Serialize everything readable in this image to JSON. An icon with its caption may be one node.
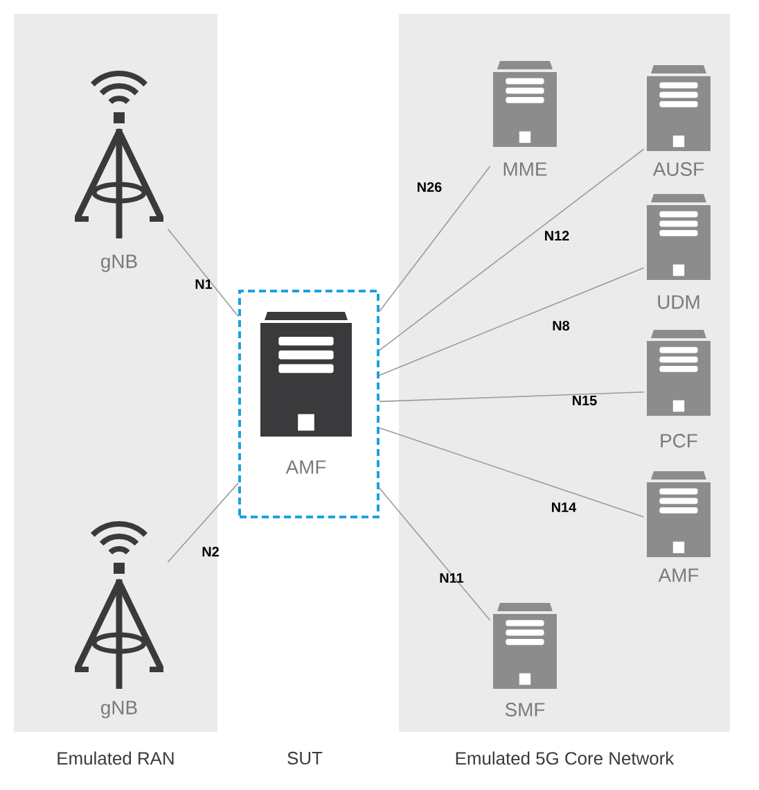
{
  "diagram": {
    "nodes": [
      {
        "text": [
          "Emulated RAN"
        ]
      },
      {
        "text": [
          "gNB"
        ],
        "in": 0
      },
      {
        "text": [
          "gNB"
        ],
        "in": 0
      },
      {
        "text": [],
        "shape": "box"
      },
      {
        "text": [
          "AMF"
        ],
        "in": 3
      },
      {
        "text": [
          "Emulated 5G Core Network"
        ]
      },
      {
        "text": [
          "MME"
        ],
        "in": 5
      },
      {
        "text": [
          "AUSF"
        ],
        "in": 5
      },
      {
        "text": [
          "UDM"
        ],
        "in": 5
      },
      {
        "text": [
          "PCF"
        ],
        "in": 5
      },
      {
        "text": [
          "AMF"
        ],
        "in": 5
      },
      {
        "text": [
          "SMF"
        ],
        "in": 5
      }
    ],
    "edges": [
      {
        "from": 1,
        "to": 3,
        "arrow": "none",
        "label": "N1"
      },
      {
        "from": 2,
        "to": 3,
        "arrow": "none",
        "label": "N2"
      },
      {
        "from": 3,
        "to": 6,
        "arrow": "none",
        "label": "N26"
      },
      {
        "from": 3,
        "to": 7,
        "arrow": "none",
        "label": "N12"
      },
      {
        "from": 3,
        "to": 8,
        "arrow": "none",
        "label": "N8"
      },
      {
        "from": 3,
        "to": 9,
        "arrow": "none",
        "label": "N15"
      },
      {
        "from": 3,
        "to": 10,
        "arrow": "none",
        "label": "N14"
      },
      {
        "from": 3,
        "to": 11,
        "arrow": "none",
        "label": "N11"
      }
    ],
    "labels": [
      "SUT"
    ]
  }
}
